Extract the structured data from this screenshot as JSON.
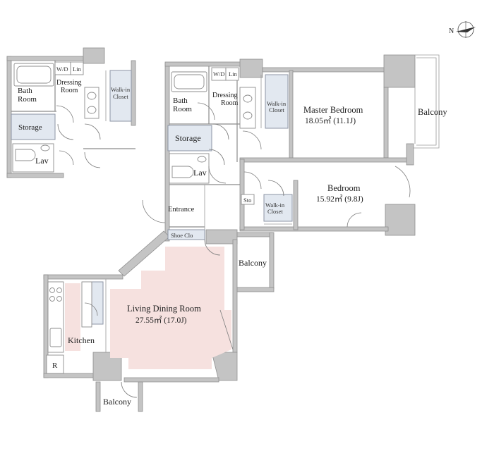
{
  "compass": {
    "north_label": "N"
  },
  "rooms": {
    "annex_bath": "Bath\nRoom",
    "annex_wd": "W/D",
    "annex_lin": "Lin",
    "annex_dressing": "Dressing\nRoom",
    "annex_walkin": "Walk-in\nCloset",
    "annex_storage": "Storage",
    "annex_lav": "Lav",
    "bath": "Bath\nRoom",
    "wd": "W/D",
    "lin": "Lin",
    "dressing": "Dressing\nRoom",
    "walkin_master": "Walk-in\nCloset",
    "master_name": "Master Bedroom",
    "master_area": "18.05㎡ (11.1J)",
    "balcony_main": "Balcony",
    "storage": "Storage",
    "lav": "Lav",
    "bedroom_name": "Bedroom",
    "bedroom_area": "15.92㎡ (9.8J)",
    "sto": "Sto",
    "walkin_bed": "Walk-in\nCloset",
    "entrance": "Entrance",
    "shoe": "Shoe Clo",
    "balcony_side": "Balcony",
    "ldk_name": "Living Dining Room",
    "ldk_area": "27.55㎡ (17.0J)",
    "kitchen": "Kitchen",
    "fridge": "R",
    "balcony_bottom": "Balcony"
  }
}
